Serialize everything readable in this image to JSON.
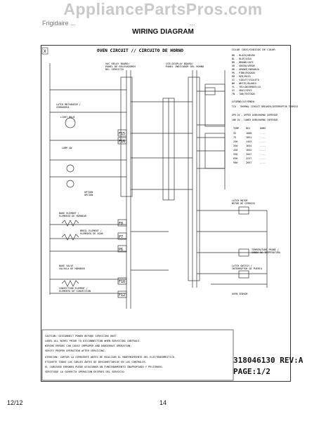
{
  "watermark": "AppliancePartsPros.com",
  "header": {
    "left": "Frigidaire ...",
    "right": "...",
    "title": "WIRING DIAGRAM"
  },
  "diagram": {
    "circuit_title": "OVEN CIRCUIT // CIRCUITO DE HORNO",
    "corner": "X",
    "vac_relay_board": [
      "VAC RELAY BOARD/",
      "PANEL DE RELEVADORES",
      "DEL SERVICIO"
    ],
    "ccb_display_board": [
      "CCB-DISPLAY BOARD/",
      "PANEL INDICADOR DEL HORNO"
    ],
    "left_labels": [
      "LIGHT BULB",
      "LATCH MECHANISM /",
      "CERRADURA",
      "LAMP SW",
      "OPTION",
      "OPCION",
      "BAKE ELEMENT /",
      "ELEMENTO DE HORNEAR",
      "BROIL ELEMENT /",
      "ELEMENTO DE ASAR",
      "CONVECTION ELEMENT /",
      "ELEMENTO DE CONVECCION",
      "BAKE VALVE",
      "VALVULA DE HORNEAR"
    ],
    "right_component_labels": [
      "LATCH MOTOR",
      "MOTOR DE CERROJO",
      "TEMPERATURE PROBE /",
      "SONDA DE TEMPERATURA",
      "LATCH SWITCH /",
      "INTERRUPTOR DE PUERTA",
      "OVEN SENSOR"
    ],
    "fuse_labels": [
      "F15",
      "F16",
      "F8",
      "P7",
      "P6",
      "F10",
      "F12"
    ],
    "color_code_title": "COLOR CODE/CODIGOS DE COLOR",
    "color_codes": [
      "BK - BLACK/NEGRO",
      "BL - BLUE/AZUL",
      "BR - BROWN/CAFE",
      "GR - GREEN/VERDE",
      "OR - ORANGE/NARANJA",
      "PK - PINK/ROSADO",
      "RD - RED/ROJO",
      "VI - VIOLET/VIOLETA",
      "WH - WHITE/BLANCO",
      "YL - YELLOW/AMARILLO",
      "GY - GRAY/GRIS",
      "TN - TAN/TOSTADO"
    ],
    "legend_title": "LEGEND/LEYENDA",
    "legend": [
      "TCO - THERMAL CIRCUIT BREAKER/INTERRUPTOR TERMICO",
      "UPR OV - UPPER OVEN/HORNO SUPERIOR",
      "LWR OV - LOWER OVEN/HORNO INFERIOR"
    ],
    "table_header": [
      "TEMP",
      "RES",
      "OHMS"
    ],
    "table_rows": [
      [
        "32",
        "1000",
        "...."
      ],
      [
        "75",
        "1091",
        "...."
      ],
      [
        "250",
        "1453",
        "...."
      ],
      [
        "350",
        "1654",
        "...."
      ],
      [
        "450",
        "1852",
        "...."
      ],
      [
        "550",
        "2047",
        "...."
      ],
      [
        "650",
        "2237",
        "...."
      ],
      [
        "900",
        "2697",
        "...."
      ]
    ]
  },
  "caution": {
    "lines": [
      "CAUTION: DISCONNECT POWER BEFORE SERVICING UNIT.",
      "LABEL ALL WIRES PRIOR TO DISCONNECTION WHEN SERVICING CONTROLS.",
      "WIRING ERRORS CAN CAUSE IMPROPER AND DANGEROUS OPERATION.",
      "VERIFY PROPER OPERATION AFTER SERVICING.",
      "ATENCION: CORTAR LA CORRIENTE ANTES DE REALIZAR EL MANTENIMIENTO DEL ELECTRODOMESTICO.",
      "ETIQUETE TODOS LOS CABLES ANTES DE DESCONECTARLOS EN LOS CONTROLES.",
      "EL CABLEADO ERRONEO PUEDE OCASIONAR UN FUNCIONAMIENTO INAPROPIADO Y PELIGROSO.",
      "VERIFIQUE LA CORRECTA OPERACION DESPUES DEL SERVICIO."
    ]
  },
  "part_number": "318046130 REV:A",
  "page_label": "PAGE:1/2",
  "footer": {
    "date": "12/12",
    "page": "14"
  }
}
